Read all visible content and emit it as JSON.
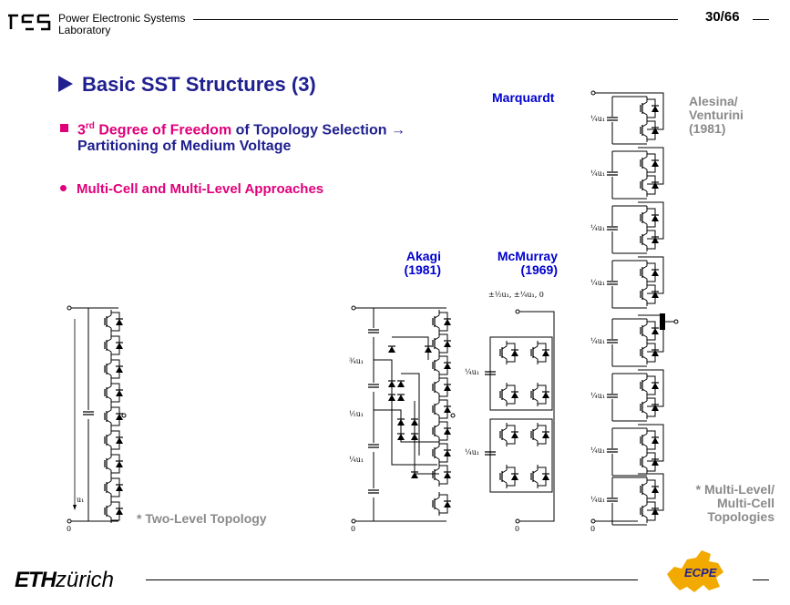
{
  "header": {
    "lab_line1": "Power Electronic Systems",
    "lab_line2": "Laboratory",
    "page": "30/66"
  },
  "title": "Basic SST Structures (3)",
  "bullets": {
    "b1_sup_pre": "3",
    "b1_sup": "rd",
    "b1_mag": " Degree of Freedom",
    "b1_blue": " of Topology Selection →",
    "b1_line2": "Partitioning of Medium Voltage",
    "b2": "Multi-Cell and Multi-Level Approaches"
  },
  "labels": {
    "marquardt": "Marquardt",
    "akagi": "Akagi",
    "akagi_year": "(1981)",
    "mcmurray": "McMurray",
    "mcmurray_year": "(1969)",
    "alesina": "Alesina/",
    "venturini": "Venturini",
    "alesina_year": "(1981)",
    "two_level": "* Two-Level Topology",
    "multi1": "* Multi-Level/",
    "multi2": "Multi-Cell",
    "multi3": "Topologies"
  },
  "math": {
    "u1": "u₁",
    "zero": "0",
    "three_quarter": "¾u₁",
    "half": "½u₁",
    "quarter": "¼u₁",
    "mcmurray_levels": "±½u₁, ±¼u₁, 0"
  },
  "footer": {
    "eth_bold": "ETH",
    "eth_rest": "zürich",
    "ecpe": "ECPE"
  }
}
